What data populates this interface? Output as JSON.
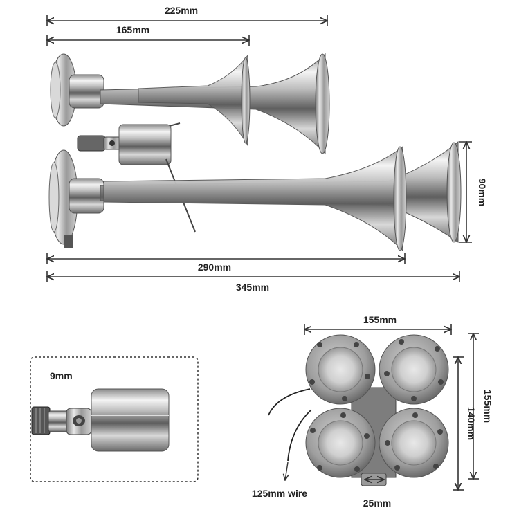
{
  "side_view": {
    "dimensions": {
      "d225": "225mm",
      "d165": "165mm",
      "d290": "290mm",
      "d345": "345mm",
      "d90": "90mm"
    }
  },
  "valve_detail": {
    "label": "9mm"
  },
  "front_view": {
    "dimensions": {
      "width": "155mm",
      "height_outer": "155mm",
      "height_inner": "140mm",
      "bracket": "25mm"
    },
    "wire_label": "125mm wire"
  }
}
